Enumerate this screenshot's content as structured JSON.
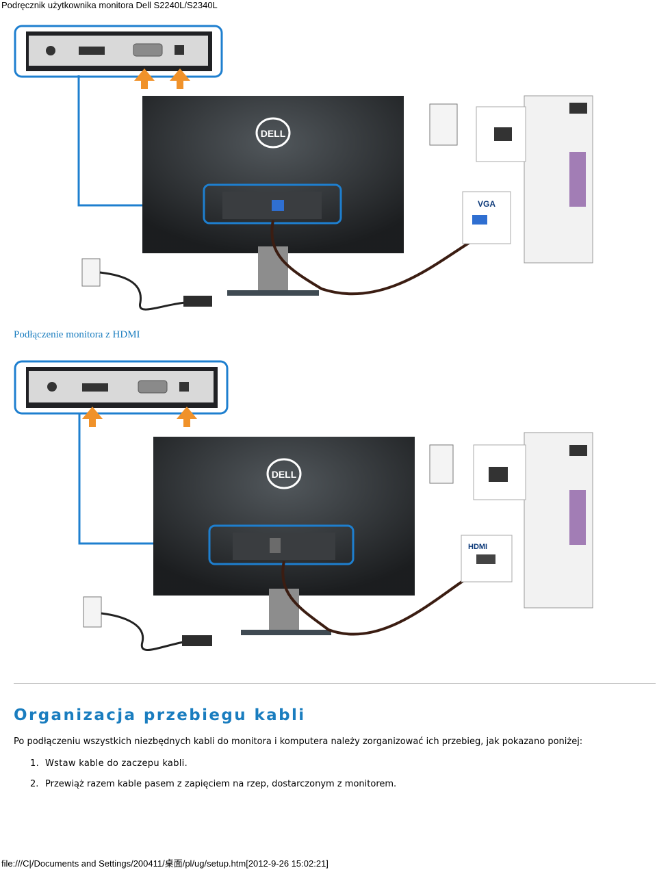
{
  "header": {
    "title": "Podręcznik użytkownika monitora Dell S2240L/S2340L"
  },
  "figure_top": {
    "logo_text": "DELL",
    "connector_label": "VGA",
    "highlight_color": "#1e7fcf",
    "arrow_color": "#f0922a"
  },
  "caption": "Podłączenie monitora z HDMI",
  "figure_bottom": {
    "logo_text": "DELL",
    "connector_label": "HDMI",
    "highlight_color": "#1e7fcf",
    "arrow_color": "#f0922a"
  },
  "section": {
    "title": "Organizacja przebiegu kabli",
    "intro": "Po podłączeniu wszystkich niezbędnych kabli do monitora i komputera należy zorganizować ich przebieg, jak pokazano poniżej:",
    "steps": [
      {
        "num": "1.",
        "text": "Wstaw kable do zaczepu kabli."
      },
      {
        "num": "2.",
        "text": "Przewiąż razem kable pasem z zapięciem na rzep, dostarczonym z monitorem."
      }
    ]
  },
  "footer": {
    "path": "file:///C|/Documents and Settings/200411/桌面/pl/ug/setup.htm[2012-9-26 15:02:21]"
  }
}
